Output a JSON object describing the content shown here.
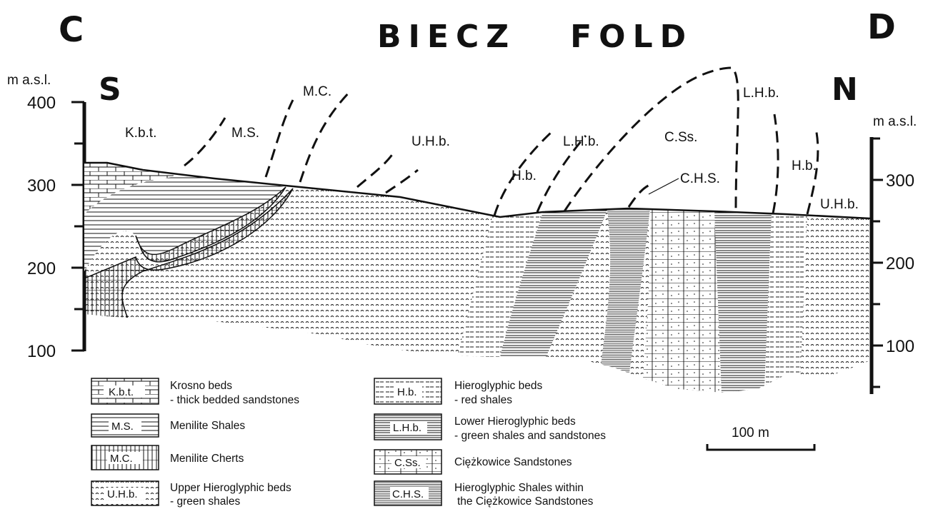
{
  "corner_left": "C",
  "corner_right": "D",
  "title": "BIECZ   FOLD",
  "direction_left": "S",
  "direction_right": "N",
  "axis_left": {
    "label": "m a.s.l.",
    "ticks": [
      "400",
      "300",
      "200",
      "100"
    ]
  },
  "axis_right": {
    "label": "m a.s.l.",
    "ticks": [
      "300",
      "200",
      "100"
    ]
  },
  "section_labels": [
    "K.b.t.",
    "M.S.",
    "M.C.",
    "U.H.b.",
    "H.b.",
    "L.H.b.",
    "C.Ss.",
    "C.H.S.",
    "L.H.b.",
    "H.b.",
    "U.H.b."
  ],
  "legend": [
    {
      "abbr": "K.b.t.",
      "line1": "Krosno beds",
      "line2": "- thick bedded sandstones"
    },
    {
      "abbr": "M.S.",
      "line1": "Menilite Shales",
      "line2": ""
    },
    {
      "abbr": "M.C.",
      "line1": "Menilite Cherts",
      "line2": ""
    },
    {
      "abbr": "U.H.b.",
      "line1": "Upper Hieroglyphic beds",
      "line2": "- green  shales"
    },
    {
      "abbr": "H.b.",
      "line1": "Hieroglyphic beds",
      "line2": "- red shales"
    },
    {
      "abbr": "L.H.b.",
      "line1": "Lower Hieroglyphic beds",
      "line2": "- green shales and sandstones"
    },
    {
      "abbr": "C.Ss.",
      "line1": "Ciężkowice Sandstones",
      "line2": ""
    },
    {
      "abbr": "C.H.S.",
      "line1": "Hieroglyphic Shales within",
      "line2": "the Ciężkowice Sandstones"
    }
  ],
  "scale_bar": "100 m"
}
